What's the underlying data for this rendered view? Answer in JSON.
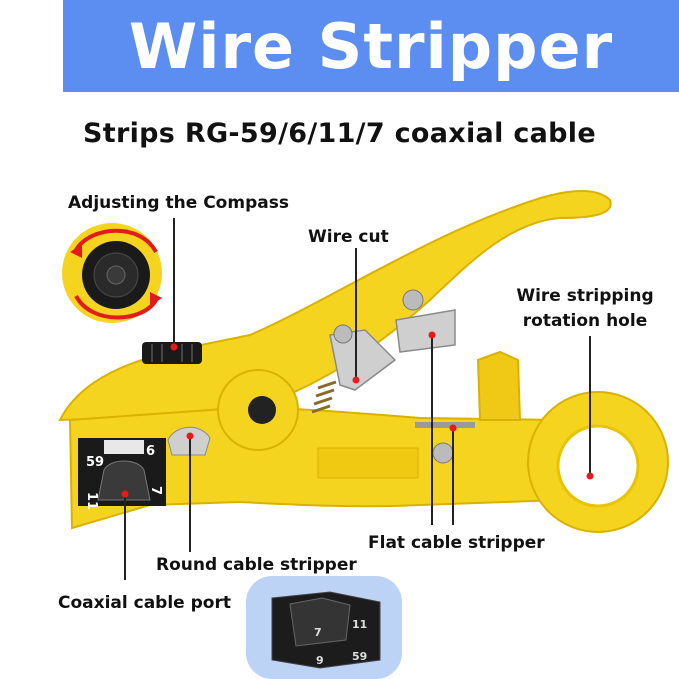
{
  "banner": {
    "title": "Wire Stripper",
    "color": "#5b8ef0"
  },
  "subtitle": "Strips RG-59/6/11/7 coaxial cable",
  "labels": {
    "compass": "Adjusting the Compass",
    "wire_cut": "Wire cut",
    "rotation_hole_1": "Wire stripping",
    "rotation_hole_2": "rotation hole",
    "flat_stripper": "Flat cable stripper",
    "round_stripper": "Round cable stripper",
    "coax_port": "Coaxial cable port"
  },
  "port_numbers": {
    "n59": "59",
    "n6": "6",
    "n7": "7",
    "n11": "11"
  },
  "inset_numbers": {
    "n7": "7",
    "n11": "11",
    "n9": "9",
    "n59": "59"
  },
  "colors": {
    "tool_yellow": "#f5d41f",
    "tool_shadow": "#d9b200",
    "marker_red": "#e51b1b",
    "blade": "#c9c9c9"
  }
}
